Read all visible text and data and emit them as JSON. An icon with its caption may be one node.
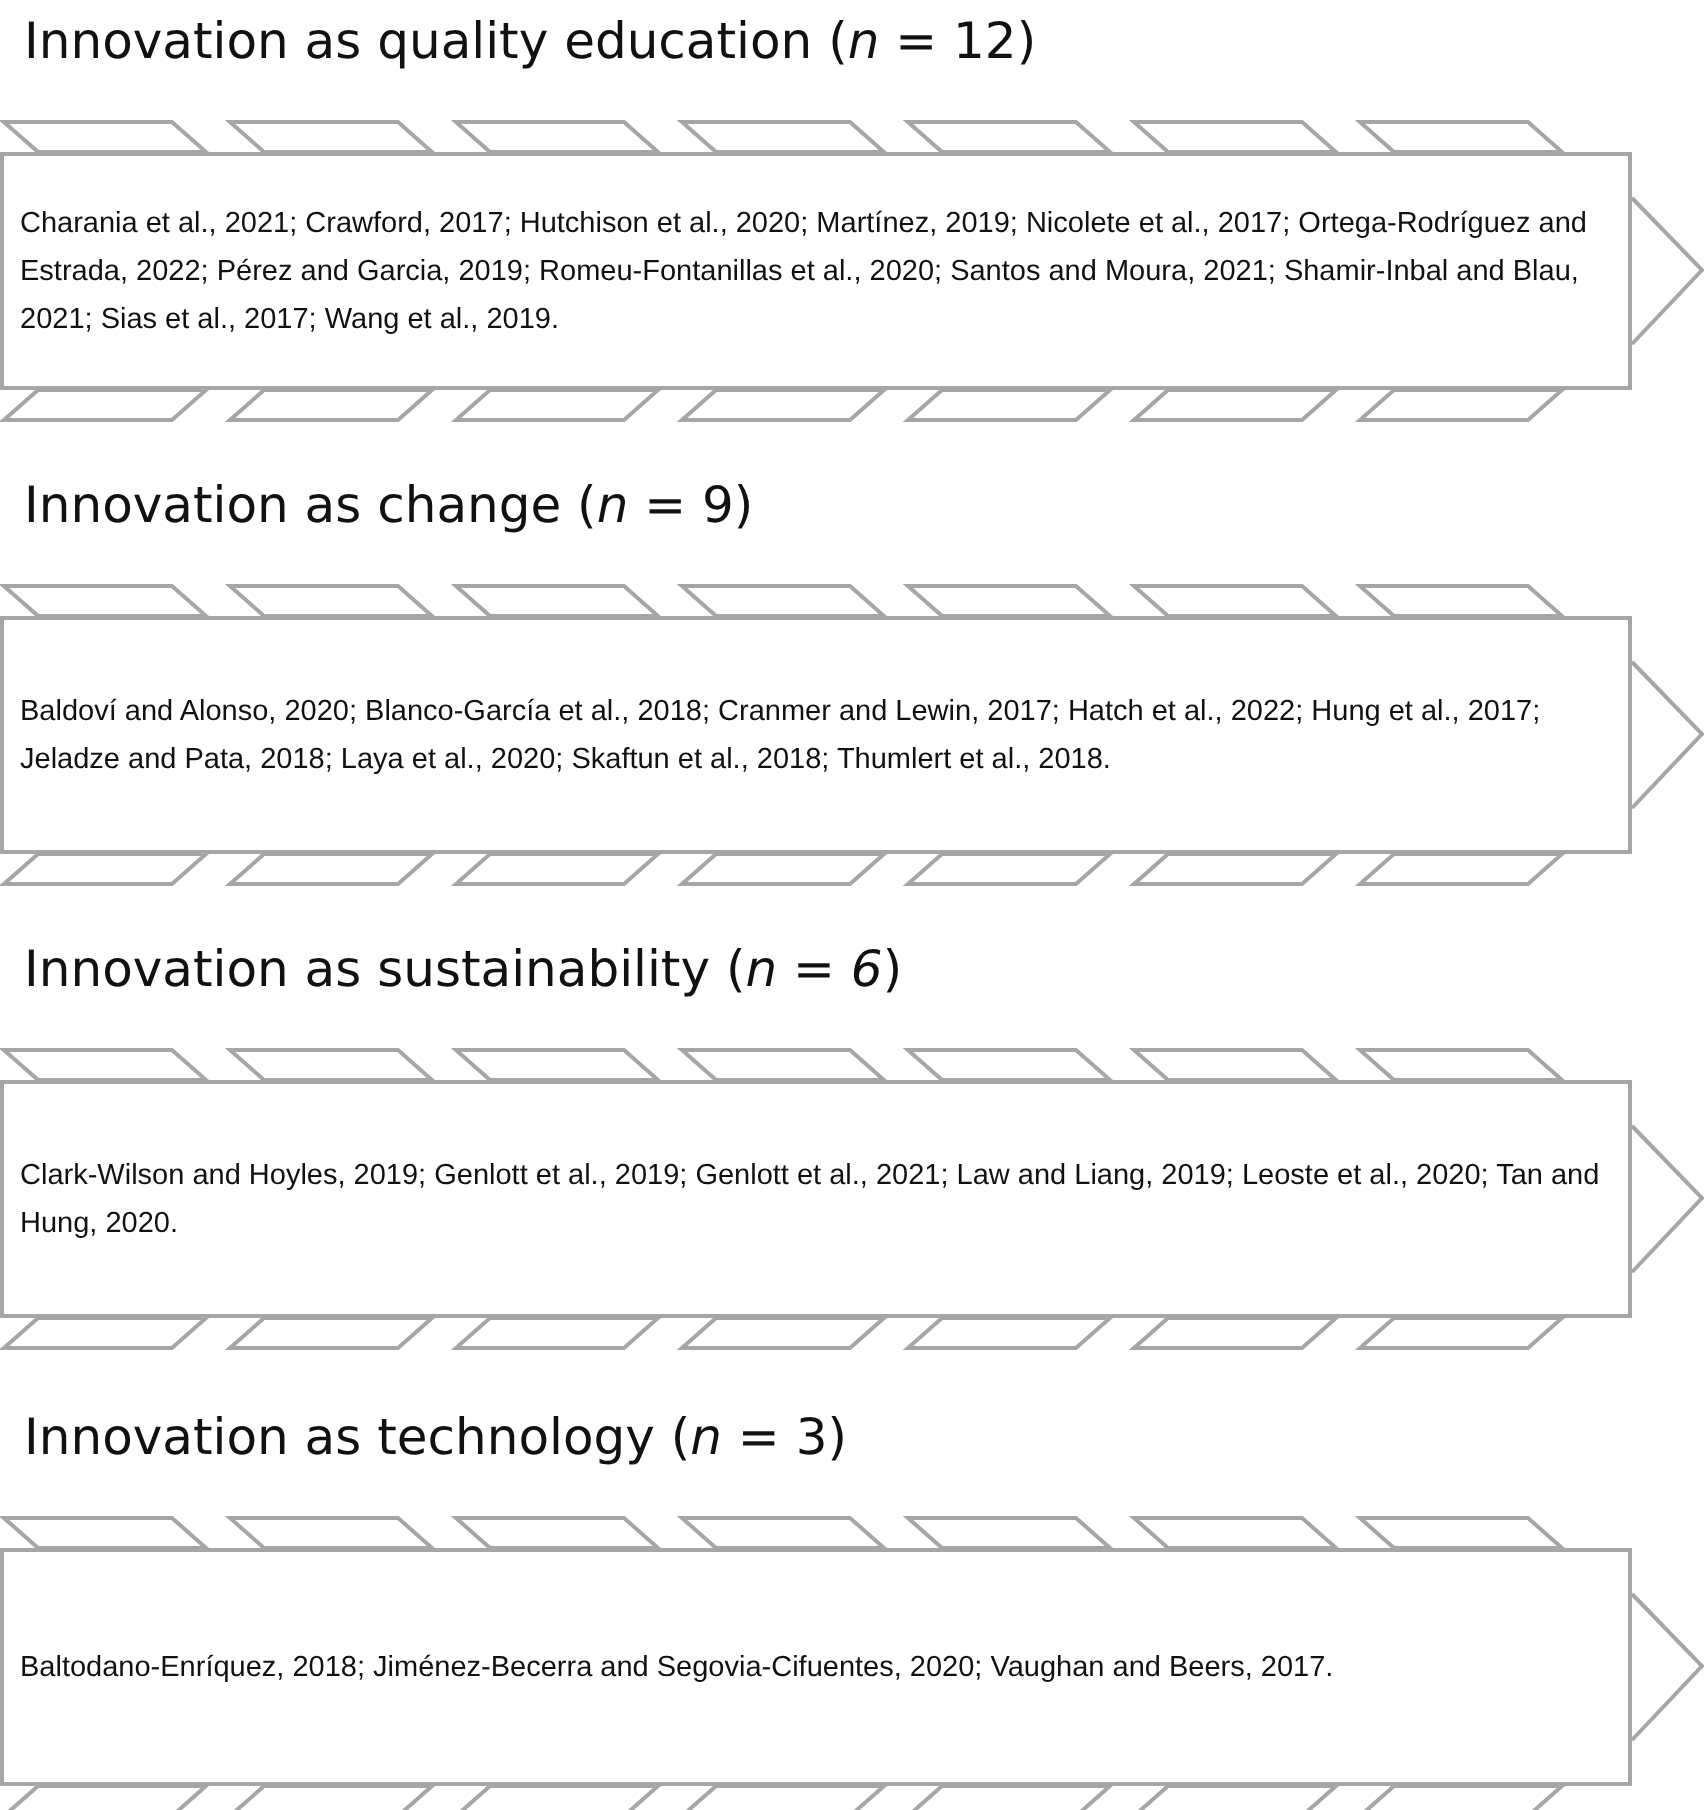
{
  "diagram": {
    "nodes": [
      {
        "text": [
          "Innovation as quality education (*n* = 12)",
          "Charania et al., 2021; Crawford, 2017; Hutchison et al., 2020; Martínez, 2019; Nicolete et al., 2017; Ortega-Rodríguez and Estrada, 2022; Pérez and Garcia, 2019; Romeu-Fontanillas et al., 2020; Santos and Moura, 2021; Shamir-Inbal and Blau, 2021; Sias et al., 2017; Wang et al., 2019."
        ]
      },
      {
        "text": [
          "Innovation as change (*n* = 9)",
          "Baldoví and Alonso, 2020; Blanco-García et al., 2018; Cranmer and Lewin, 2017; Hatch et al., 2022; Hung et al., 2017; Jeladze and Pata, 2018; Laya et al., 2020; Skaftun et al., 2018; Thumlert et al., 2018."
        ]
      },
      {
        "text": [
          "Innovation as sustainability (*n = 6*)",
          "Clark-Wilson and Hoyles, 2019; Genlott et al., 2019; Genlott et al., 2021; Law and Liang, 2019; Leoste et al., 2020; Tan and Hung, 2020."
        ]
      },
      {
        "text": [
          "Innovation as technology (*n* = 3)",
          "Baltodano-Enríquez, 2018; Jiménez-Becerra and Segovia-Cifuentes, 2020; Vaughan and Beers, 2017."
        ]
      }
    ]
  }
}
